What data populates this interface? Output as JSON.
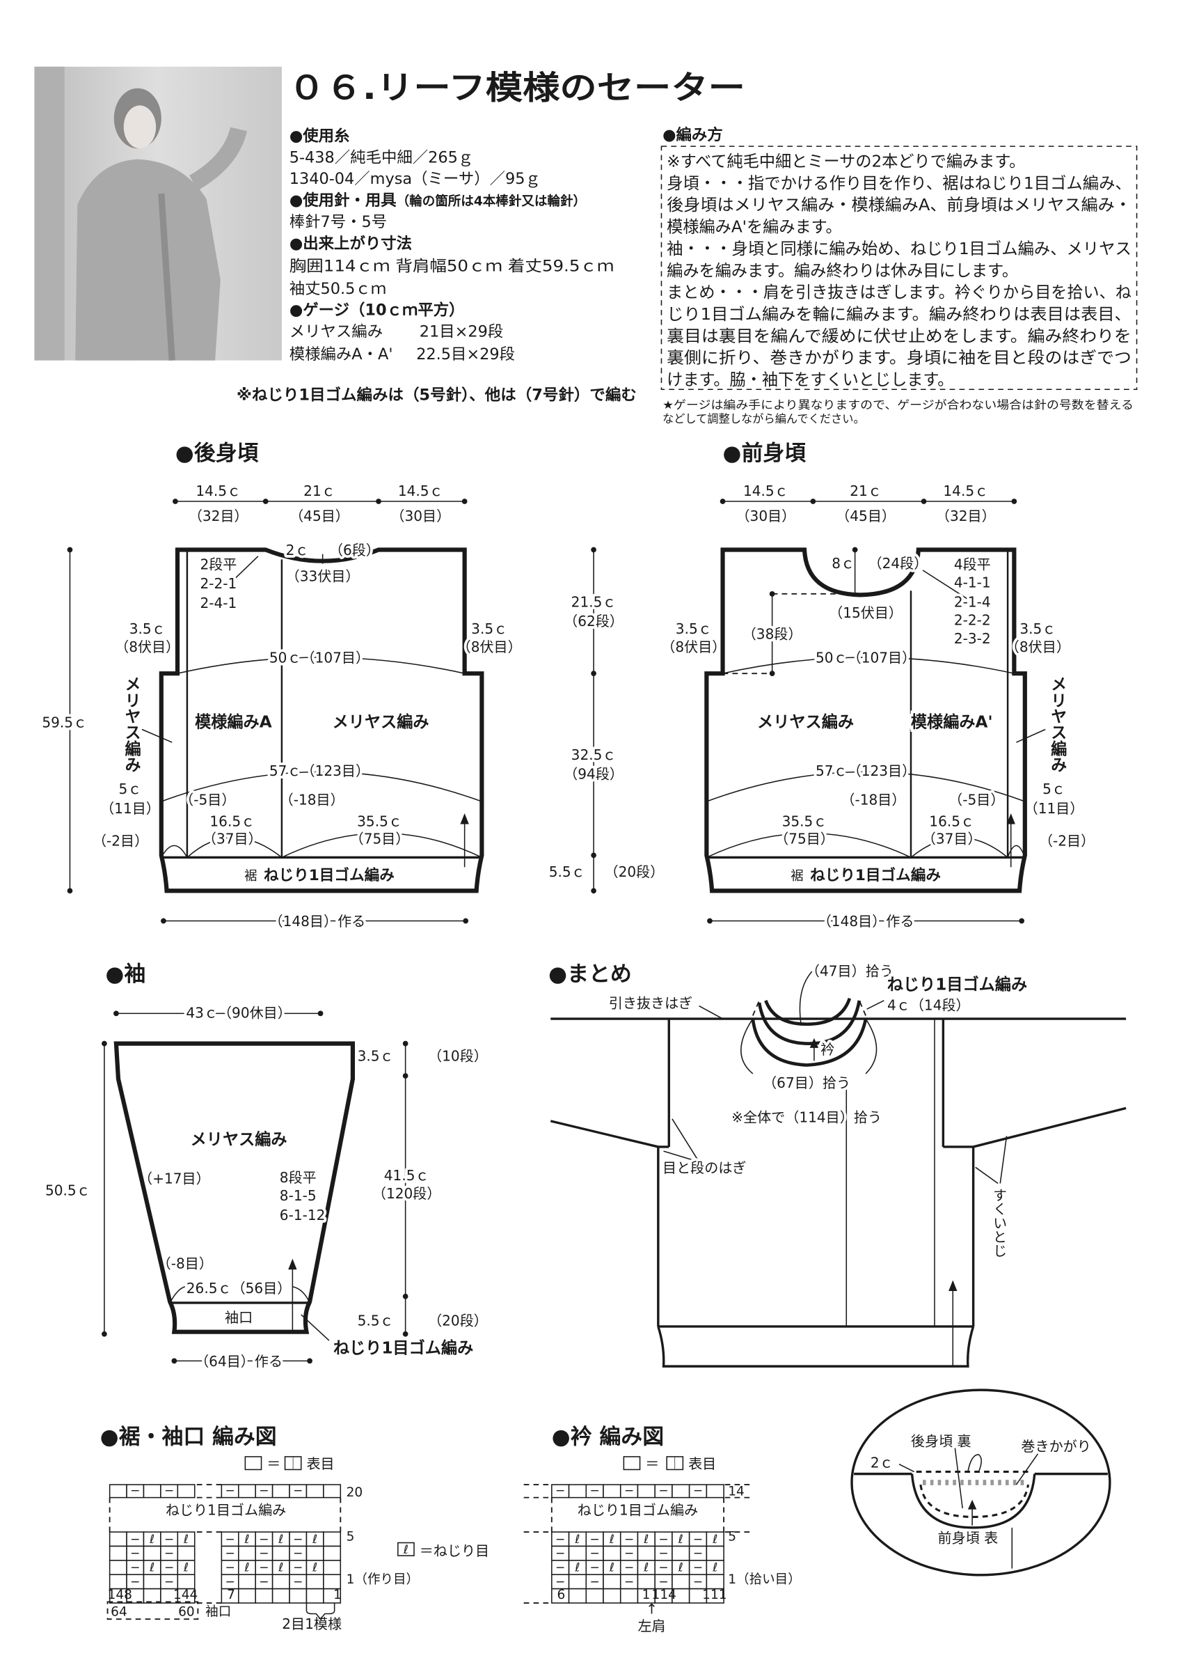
{
  "title": "０６.リーフ模様のセーター",
  "materials": {
    "yarn_heading": "●使用糸",
    "yarn": [
      "5-438／純毛中細／265ｇ",
      "1340-04／mysa（ミーサ）／95ｇ"
    ],
    "needles_heading": "●使用針・用具",
    "needles_note": "（輪の箇所は4本棒針又は輪針）",
    "needles": "棒針7号・5号",
    "size_heading": "●出来上がり寸法",
    "size": [
      "胸囲114ｃｍ 背肩幅50ｃｍ 着丈59.5ｃｍ",
      "袖丈50.5ｃｍ"
    ],
    "gauge_heading": "●ゲージ（10ｃｍ平方）",
    "gauge": [
      {
        "stitch": "メリヤス編み",
        "value": "21目×29段"
      },
      {
        "stitch": "模様編みA・A'",
        "value": "22.5目×29段"
      }
    ],
    "needle_note": "※ねじり1目ゴム編みは（5号針）、他は（7号針）で編む"
  },
  "instructions": {
    "heading": "●編み方",
    "lines": [
      "※すべて純毛中細とミーサの2本どりで編みます。",
      "身頃・・・指でかける作り目を作り、裾はねじり1目ゴム編み、",
      "後身頃はメリヤス編み・模様編みA、前身頃はメリヤス編み・",
      "模様編みA'を編みます。",
      "袖・・・身頃と同様に編み始め、ねじり1目ゴム編み、メリヤス",
      "編みを編みます。編み終わりは休み目にします。",
      "まとめ・・・肩を引き抜きはぎします。衿ぐりから目を拾い、ね",
      "じり1目ゴム編みを輪に編みます。編み終わりは表目は表目、",
      "裏目は裏目を編んで緩めに伏せ止めをします。編み終わりを",
      "裏側に折り、巻きかがります。身頃に袖を目と段のはぎでつ",
      "けます。脇・袖下をすくいとじします。"
    ],
    "note": [
      "★ゲージは編み手により異なりますので、ゲージが合わない場合は針の号数を替える",
      "などして調整しながら編んでください。"
    ]
  },
  "back": {
    "title": "●後身頃",
    "top_widths": [
      {
        "cm": "14.5ｃ",
        "sts": "（32目）"
      },
      {
        "cm": "21ｃ",
        "sts": "（45目）"
      },
      {
        "cm": "14.5ｃ",
        "sts": "（30目）"
      }
    ],
    "neck_shaping": [
      "2段平",
      "2-2-1",
      "2-4-1"
    ],
    "neck_depth": "2ｃ",
    "neck_rows": "（6段）",
    "neck_bindoff": "（33伏目）",
    "armhole_left": [
      "3.5ｃ",
      "（8伏目）"
    ],
    "armhole_right": [
      "3.5ｃ",
      "（8伏目）"
    ],
    "chest": "50ｃ（107目）",
    "pattern": "模様編みA",
    "stockinette": "メリヤス編み",
    "side_stockinette": "メリヤス編み",
    "hip": "57ｃ（123目）",
    "side_width": [
      "5ｃ",
      "（11目）"
    ],
    "dec_side": "（-2目）",
    "dec_pattern": "（-5目）",
    "pattern_width": [
      "16.5ｃ",
      "（37目）"
    ],
    "dec_main": "（-18目）",
    "main_width": [
      "35.5ｃ",
      "（75目）"
    ],
    "rib_prefix": "裾",
    "rib_label": "ねじり1目ゴム編み",
    "cast_on": "（148目）作る",
    "total_length": "59.5ｃ",
    "yoke": [
      "21.5ｃ",
      "（62段）"
    ],
    "body": [
      "32.5ｃ",
      "（94段）"
    ],
    "rib": [
      "5.5ｃ",
      "（20段）"
    ]
  },
  "front": {
    "title": "●前身頃",
    "top_widths": [
      {
        "cm": "14.5ｃ",
        "sts": "（30目）"
      },
      {
        "cm": "21ｃ",
        "sts": "（45目）"
      },
      {
        "cm": "14.5ｃ",
        "sts": "（32目）"
      }
    ],
    "neck_depth": "8ｃ",
    "neck_rows": "（24段）",
    "neck_bindoff": "（15伏目）",
    "neck_start_rows": "（38段）",
    "neck_shaping": [
      "4段平",
      "4-1-1",
      "2-1-4",
      "2-2-2",
      "2-3-2"
    ],
    "armhole_left": [
      "3.5ｃ",
      "（8伏目）"
    ],
    "armhole_right": [
      "3.5ｃ",
      "（8伏目）"
    ],
    "chest": "50ｃ（107目）",
    "stockinette": "メリヤス編み",
    "pattern": "模様編みA'",
    "side_stockinette": "メリヤス編み",
    "hip": "57ｃ（123目）",
    "dec_main": "（-18目）",
    "main_width": [
      "35.5ｃ",
      "（75目）"
    ],
    "dec_pattern": "（-5目）",
    "pattern_width": [
      "16.5ｃ",
      "（37目）"
    ],
    "side_width": [
      "5ｃ",
      "（11目）"
    ],
    "dec_side": "（-2目）",
    "rib_prefix": "裾",
    "rib_label": "ねじり1目ゴム編み",
    "cast_on": "（148目）作る"
  },
  "sleeve": {
    "title": "●袖",
    "top_width": "43ｃ（90休目）",
    "stockinette": "メリヤス編み",
    "increase": "（+17目）",
    "shaping": [
      "8段平",
      "8-1-5",
      "6-1-12"
    ],
    "decrease": "（-8目）",
    "cuff_width": "26.5ｃ（56目）",
    "cuff": "袖口",
    "rib_label": "ねじり1目ゴム編み",
    "cast_on": "（64目）作る",
    "total_length": "50.5ｃ",
    "top": [
      "3.5ｃ",
      "（10段）"
    ],
    "body": [
      "41.5ｃ",
      "（120段）"
    ],
    "rib": [
      "5.5ｃ",
      "（20段）"
    ]
  },
  "assembly": {
    "title": "●まとめ",
    "shoulder_seam": "引き抜きはぎ",
    "pickup_back": "（47目）拾う",
    "collar_rib": "ねじり1目ゴム編み",
    "collar_size": "4ｃ（14段）",
    "collar": "衿",
    "pickup_front": "（67目）拾う",
    "pickup_total": "※全体で（114目）拾う",
    "sleeve_join": "目と段のはぎ",
    "side_seam": "すくいとじ"
  },
  "detail": {
    "back_wrong": "後身頃 裏",
    "whipstitch": "巻きかがり",
    "depth": "2ｃ",
    "front_right": "前身頃 表"
  },
  "hem_chart": {
    "title": "●裾・袖口 編み図",
    "legend_equals": "＝",
    "legend_knit_symbol": "｜",
    "legend_knit": "表目",
    "band_label": "ねじり1目ゴム編み",
    "row_top": "20",
    "row_mid": "5",
    "row_bottom": "1（作り目）",
    "cols": [
      "148",
      "144",
      "7",
      "1"
    ],
    "sleeve_cols": [
      "64",
      "60"
    ],
    "sleeve_label": "袖口",
    "repeat": "2目1模様",
    "twist_symbol": "ℓ",
    "twist_legend": "＝ねじり目",
    "top_row": {
      "left": [
        "",
        "−",
        "",
        "−",
        ""
      ],
      "right": [
        "−",
        "",
        "−",
        "",
        "−",
        "",
        ""
      ]
    },
    "rows": [
      {
        "left": [
          "",
          "−",
          "ℓ",
          "−",
          "ℓ"
        ],
        "right": [
          "−",
          "ℓ",
          "−",
          "ℓ",
          "−",
          "ℓ",
          ""
        ]
      },
      {
        "left": [
          "",
          "−",
          "",
          "−",
          ""
        ],
        "right": [
          "−",
          "",
          "−",
          "",
          "−",
          "",
          ""
        ]
      },
      {
        "left": [
          "",
          "−",
          "ℓ",
          "−",
          "ℓ"
        ],
        "right": [
          "−",
          "ℓ",
          "−",
          "ℓ",
          "−",
          "ℓ",
          ""
        ]
      },
      {
        "left": [
          "",
          "−",
          "",
          "−",
          ""
        ],
        "right": [
          "−",
          "",
          "−",
          "",
          "−",
          "",
          ""
        ]
      },
      {
        "left": [
          "",
          "",
          "",
          "",
          ""
        ],
        "right": [
          "",
          "",
          "",
          "",
          "",
          "",
          ""
        ]
      }
    ]
  },
  "collar_chart": {
    "title": "●衿 編み図",
    "legend_equals": "＝",
    "legend_knit_symbol": "｜",
    "legend_knit": "表目",
    "band_label": "ねじり1目ゴム編み",
    "row_top": "14",
    "row_mid": "5",
    "row_bottom": "1（拾い目）",
    "cols": [
      "6",
      "1",
      "114",
      "111"
    ],
    "arrow": "↑",
    "shoulder_label": "左肩",
    "top_row": [
      "−",
      "",
      "−",
      "",
      "−",
      "",
      "−",
      "",
      "−",
      ""
    ],
    "rows": [
      [
        "−",
        "ℓ",
        "−",
        "ℓ",
        "−",
        "ℓ",
        "−",
        "ℓ",
        "−",
        "ℓ"
      ],
      [
        "−",
        "",
        "−",
        "",
        "−",
        "",
        "−",
        "",
        "−",
        ""
      ],
      [
        "−",
        "ℓ",
        "−",
        "ℓ",
        "−",
        "ℓ",
        "−",
        "ℓ",
        "−",
        "ℓ"
      ],
      [
        "−",
        "",
        "−",
        "",
        "−",
        "",
        "−",
        "",
        "−",
        ""
      ],
      [
        "",
        "",
        "",
        "",
        "",
        "",
        "",
        "",
        "",
        ""
      ]
    ]
  }
}
